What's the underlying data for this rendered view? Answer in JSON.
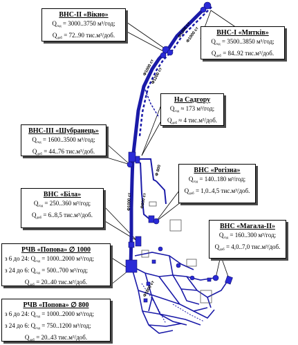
{
  "pipe_labels": {
    "a1": "Φ1200 ст",
    "a2": "Φ1000 ст",
    "a3": "Φ 800",
    "a4": "Φ1000 ст",
    "a5": "Φ800 ст",
    "a6": "Φ1200 ст",
    "a7": "Φ1000 ст",
    "a8": "Φ1000 ст"
  },
  "callouts": {
    "vikno": {
      "title": "ВНС-ІІ «Вікно»",
      "q_prefix": "Q",
      "q_sub": "год",
      "q_value": "= 3000..3750 м³/год;",
      "qd_prefix": "Q",
      "qd_sub": "доб",
      "qd_value": "= 72..90 тис.м³/доб."
    },
    "mytkiv": {
      "title": "ВНС-І «Митків»",
      "q_prefix": "Q",
      "q_sub": "год",
      "q_value": "= 3500..3850 м³/год;",
      "qd_prefix": "Q",
      "qd_sub": "доб",
      "qd_value": "= 84..92 тис.м³/доб."
    },
    "sadgoru": {
      "title": "На Садгору",
      "q_prefix": "Q",
      "q_sub": "год",
      "q_value": "≈ 173 м³/год;",
      "qd_prefix": "Q",
      "qd_sub": "доб",
      "qd_value": "≈ 4 тис.м³/доб."
    },
    "shubranets": {
      "title": "ВНС-ІІІ «Шубранець»",
      "q_prefix": "Q",
      "q_sub": "год",
      "q_value": "= 1600..3500 м³/год;",
      "qd_prefix": "Q",
      "qd_sub": "доб",
      "qd_value": "= 44..76 тис.м³/доб."
    },
    "rohizna": {
      "title": "ВНС «Рогізна»",
      "q_prefix": "Q",
      "q_sub": "год",
      "q_value": "= 140..180 м³/год;",
      "qd_prefix": "Q",
      "qd_sub": "доб",
      "qd_value": "= 1,0..4,5 тис.м³/доб."
    },
    "bila": {
      "title": "ВНС «Біла»",
      "q_prefix": "Q",
      "q_sub": "год",
      "q_value": "= 250..360 м³/год;",
      "qd_prefix": "Q",
      "qd_sub": "доб",
      "qd_value": "= 6..8,5 тис.м³/доб."
    },
    "mahala": {
      "title": "ВНС «Магала-ІІ»",
      "q_prefix": "Q",
      "q_sub": "год",
      "q_value": "= 160..300 м³/год;",
      "qd_prefix": "Q",
      "qd_sub": "доб",
      "qd_value": "= 4,0..7,0 тис.м³/доб."
    },
    "popova1000": {
      "title": "РЧВ «Попова» ∅ 1000",
      "r1_prefix": "з 6 до 24: Q",
      "r1_sub": "год",
      "r1_value": "= 1000..2000 м³/год;",
      "r2_prefix": "з 24 до 6: Q",
      "r2_sub": "год",
      "r2_value": "= 500..700 м³/год;",
      "r3_prefix": "Q",
      "r3_sub": "доб",
      "r3_value": "= 20..40 тис.м³/доб."
    },
    "popova800": {
      "title": "РЧВ «Попова» ∅ 800",
      "r1_prefix": "з 6 до 24: Q",
      "r1_sub": "год",
      "r1_value": "= 1000..2000 м³/год;",
      "r2_prefix": "з 24 до 6: Q",
      "r2_sub": "год",
      "r2_value": "= 750..1200 м³/год;",
      "r3_prefix": "Q",
      "r3_sub": "доб",
      "r3_value": "= 20..43 тис.м³/доб."
    }
  },
  "colors": {
    "pipe": "#1a1aa8",
    "station": "#2a2ad6",
    "leader": "#000000",
    "shadow": "#4a4a4a"
  }
}
